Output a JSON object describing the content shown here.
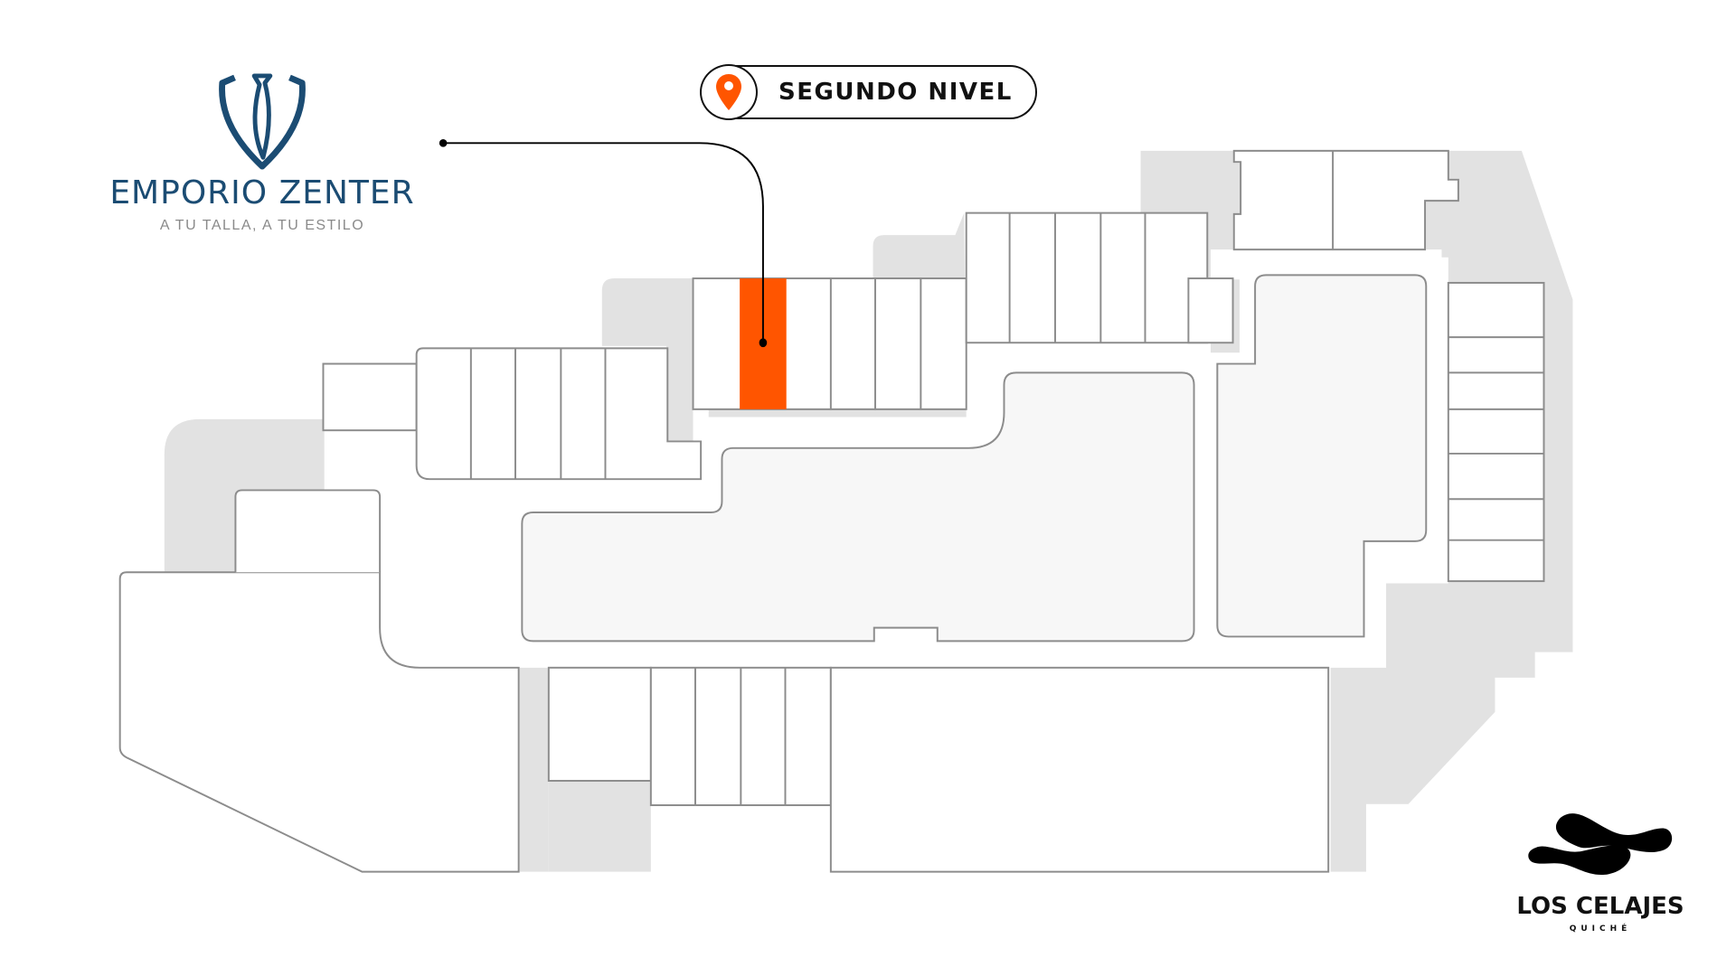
{
  "level": {
    "label": "SEGUNDO NIVEL",
    "pin_icon": "map-pin-icon",
    "pin_color": "#ff5500"
  },
  "brand": {
    "name": "EMPORIO ZENTER",
    "tagline": "A TU TALLA, A TU ESTILO",
    "logo_icon": "shield-tie-icon",
    "color": "#1b4c73"
  },
  "mall": {
    "name": "LOS CELAJES",
    "subtitle": "QUICHÉ",
    "logo_icon": "cloud-waves-icon"
  },
  "map": {
    "highlight_color": "#ff5500",
    "highlighted_store": "Emporio Zenter"
  }
}
